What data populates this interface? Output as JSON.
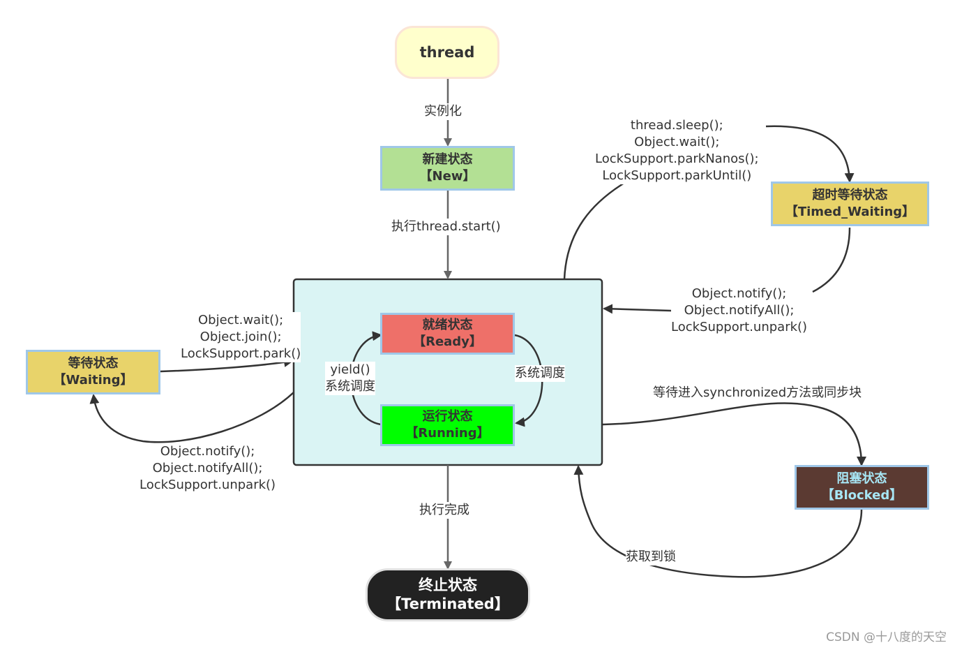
{
  "nodes": {
    "thread": {
      "title": "thread"
    },
    "new": {
      "title": "新建状态",
      "sub": "【New】"
    },
    "ready": {
      "title": "就绪状态",
      "sub": "【Ready】"
    },
    "running": {
      "title": "运行状态",
      "sub": "【Running】"
    },
    "timed_waiting": {
      "title": "超时等待状态",
      "sub": "【Timed_Waiting】"
    },
    "waiting": {
      "title": "等待状态",
      "sub": "【Waiting】"
    },
    "blocked": {
      "title": "阻塞状态",
      "sub": "【Blocked】"
    },
    "terminated": {
      "title": "终止状态",
      "sub": "【Terminated】"
    }
  },
  "edges": {
    "instantiate": "实例化",
    "start": "执行thread.start()",
    "ready_to_running": "系统调度",
    "running_to_ready": [
      "yield()",
      "系统调度"
    ],
    "to_timed_waiting": [
      "thread.sleep();",
      "Object.wait();",
      "LockSupport.parkNanos();",
      "LockSupport.parkUntil()"
    ],
    "from_timed_waiting": [
      "Object.notify();",
      "Object.notifyAll();",
      "LockSupport.unpark()"
    ],
    "to_waiting": [
      "Object.wait();",
      "Object.join();",
      "LockSupport.park()"
    ],
    "from_waiting": [
      "Object.notify();",
      "Object.notifyAll();",
      "LockSupport.unpark()"
    ],
    "to_blocked": "等待进入synchronized方法或同步块",
    "from_blocked": "获取到锁",
    "finish": "执行完成"
  },
  "colors": {
    "thread_fill": "#FFFFCC",
    "thread_border": "#FBE5D6",
    "new_fill": "#B3E094",
    "ready_fill": "#EE7069",
    "running_fill": "#00FF00",
    "yellow_fill": "#E8D36A",
    "blocked_fill": "#5B3A32",
    "blocked_text": "#A7E6F5",
    "container_fill": "#DAF4F4",
    "terminated_fill": "#222222",
    "node_border": "#9FC7E8"
  },
  "watermark": "CSDN @十八度的天空"
}
